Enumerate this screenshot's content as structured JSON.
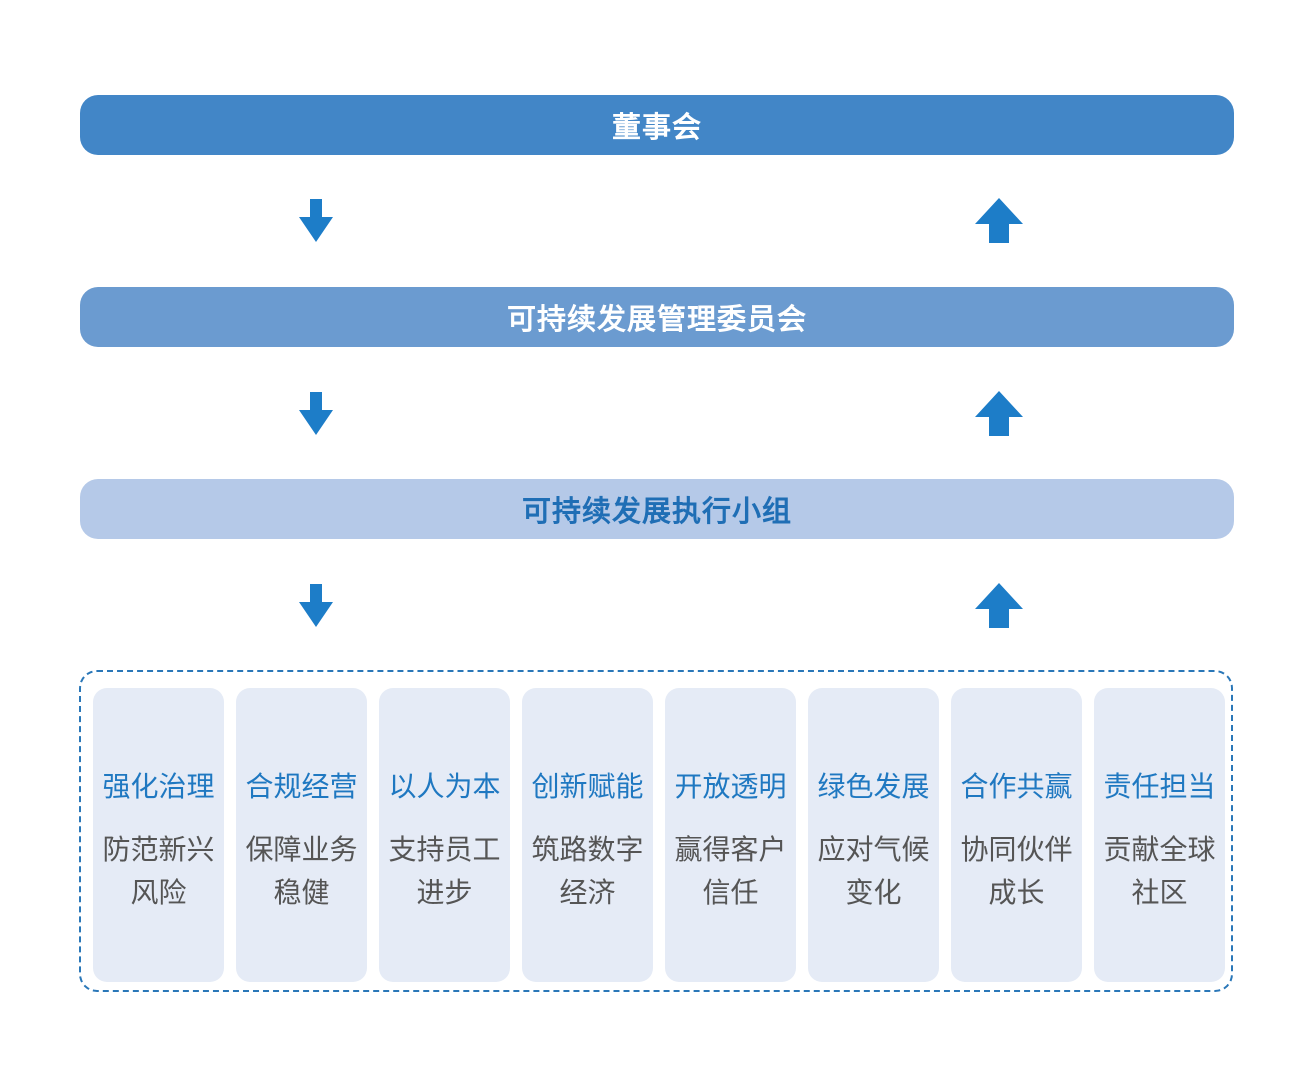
{
  "colors": {
    "tier1_bg": "#4286c7",
    "tier2_bg": "#6b9bd0",
    "tier3_bg": "#b5c9e8",
    "tier1_text": "#ffffff",
    "tier2_text": "#ffffff",
    "tier3_text": "#1f6eb5",
    "arrow": "#1d7dc8",
    "pillar_title": "#1f78c1",
    "pillar_desc": "#555555"
  },
  "tiers": [
    {
      "label": "董事会"
    },
    {
      "label": "可持续发展管理委员会"
    },
    {
      "label": "可持续发展执行小组"
    }
  ],
  "arrows": [
    {
      "left": "down-arrow-icon",
      "right": "up-arrow-icon"
    },
    {
      "left": "down-arrow-icon",
      "right": "up-arrow-icon"
    },
    {
      "left": "down-arrow-icon",
      "right": "up-arrow-icon"
    }
  ],
  "pillars": [
    {
      "title": "强化治理",
      "desc_line1": "防范新兴",
      "desc_line2": "风险"
    },
    {
      "title": "合规经营",
      "desc_line1": "保障业务",
      "desc_line2": "稳健"
    },
    {
      "title": "以人为本",
      "desc_line1": "支持员工",
      "desc_line2": "进步"
    },
    {
      "title": "创新赋能",
      "desc_line1": "筑路数字",
      "desc_line2": "经济"
    },
    {
      "title": "开放透明",
      "desc_line1": "赢得客户",
      "desc_line2": "信任"
    },
    {
      "title": "绿色发展",
      "desc_line1": "应对气候",
      "desc_line2": "变化"
    },
    {
      "title": "合作共赢",
      "desc_line1": "协同伙伴",
      "desc_line2": "成长"
    },
    {
      "title": "责任担当",
      "desc_line1": "贡献全球",
      "desc_line2": "社区"
    }
  ]
}
